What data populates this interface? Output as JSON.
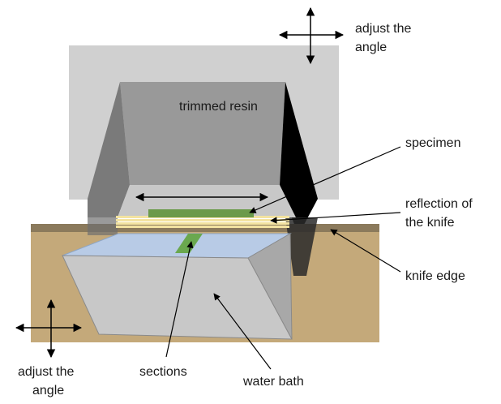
{
  "labels": {
    "adjust_top_line1": "adjust the",
    "adjust_top_line2": "angle",
    "trimmed_resin": "trimmed resin",
    "specimen": "specimen",
    "reflection_line1": "reflection of",
    "reflection_line2": "the knife",
    "knife_edge": "knife edge",
    "adjust_bottom_line1": "adjust the",
    "adjust_bottom_line2": "angle",
    "sections": "sections",
    "water_bath": "water bath"
  },
  "colors": {
    "resin_back": "#d0d0d0",
    "resin_inner": "#999999",
    "resin_left_face": "#7a7a7a",
    "resin_right_face": "#000000",
    "knife_base": "#c4a97a",
    "knife_edge_strip": "#8b7a5c",
    "water_surface": "#b8cbe6",
    "bath_front": "#c8c8c8",
    "bath_side": "#a8a8a8",
    "specimen": "#6b9a4a",
    "section_strip": "#6aa84f",
    "reflection_stripes": "#f3e3a1",
    "arrow": "#000000"
  }
}
